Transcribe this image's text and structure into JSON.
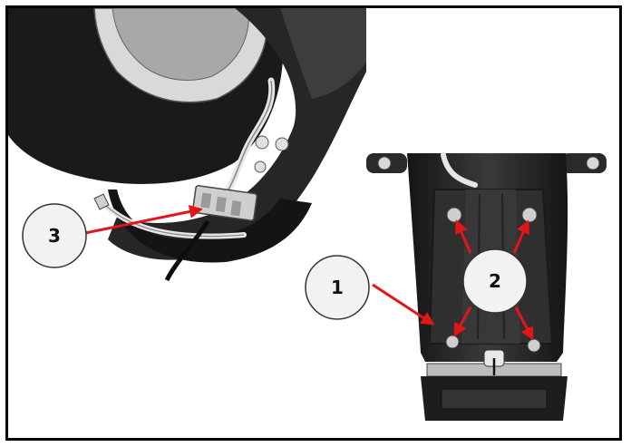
{
  "figure": {
    "callouts": [
      {
        "id": "1",
        "label": "1"
      },
      {
        "id": "2",
        "label": "2"
      },
      {
        "id": "3",
        "label": "3"
      }
    ],
    "colors": {
      "frame": "#000000",
      "arrow": "#e0161b",
      "callout_fill": "#f2f2f2",
      "metal_dark": "#1c1c1c",
      "metal_mid": "#3c3c3c",
      "metal_light": "#cfcfcf"
    }
  }
}
